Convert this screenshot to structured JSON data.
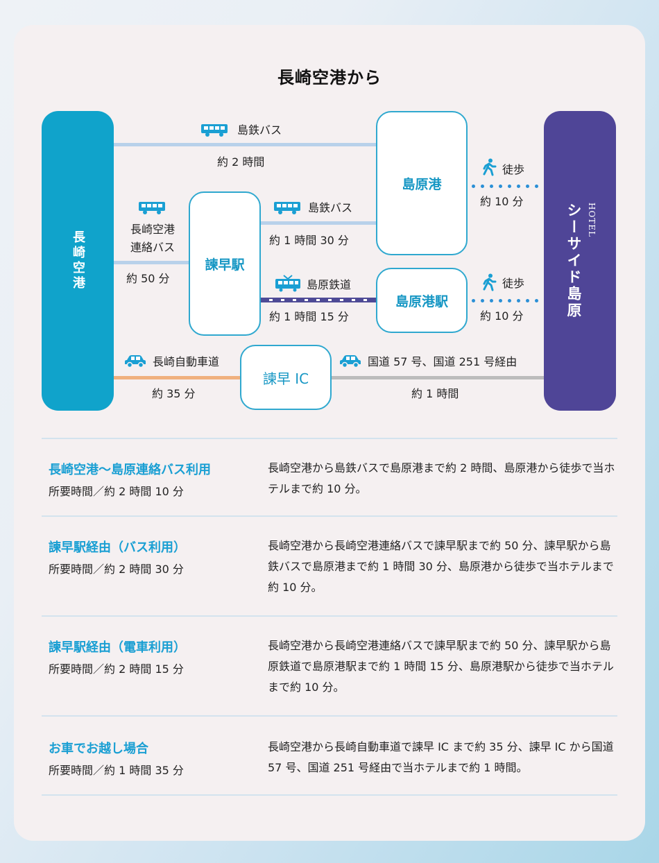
{
  "title": "長崎空港から",
  "nodes": {
    "airport": "長崎空港",
    "isahaya_station": "諫早駅",
    "shimabara_port": "島原港",
    "shimabara_port_station": "島原港駅",
    "isahaya_ic": "諫早 IC",
    "hotel_small": "HOTEL",
    "hotel_name": "シーサイド島原"
  },
  "edges": {
    "airport_to_port_mode": "島鉄バス",
    "airport_to_port_time": "約 2 時間",
    "airport_to_isahaya_mode": "長崎空港\n連絡バス",
    "airport_to_isahaya_time": "約 50 分",
    "isahaya_to_port_mode": "島鉄バス",
    "isahaya_to_port_time": "約 1 時間 30 分",
    "isahaya_to_portstation_mode": "島原鉄道",
    "isahaya_to_portstation_time": "約 1 時間 15 分",
    "port_to_hotel_mode": "徒歩",
    "port_to_hotel_time": "約 10 分",
    "portstation_to_hotel_mode": "徒歩",
    "portstation_to_hotel_time": "約 10 分",
    "airport_to_ic_mode": "長崎自動車道",
    "airport_to_ic_time": "約 35 分",
    "ic_to_hotel_mode": "国道 57 号、国道 251 号経由",
    "ic_to_hotel_time": "約 1 時間"
  },
  "routes": [
    {
      "title": "長崎空港〜島原連絡バス利用",
      "time": "所要時間／約 2 時間 10 分",
      "desc": "長崎空港から島鉄バスで島原港まで約 2 時間、島原港から徒歩で当ホテルまで約 10 分。"
    },
    {
      "title": "諫早駅経由（バス利用）",
      "time": "所要時間／約 2 時間 30 分",
      "desc": "長崎空港から長崎空港連絡バスで諫早駅まで約 50 分、諫早駅から島鉄バスで島原港まで約 1 時間 30 分、島原港から徒歩で当ホテルまで約 10 分。"
    },
    {
      "title": "諫早駅経由（電車利用）",
      "time": "所要時間／約 2 時間 15 分",
      "desc": "長崎空港から長崎空港連絡バスで諫早駅まで約 50 分、諫早駅から島原鉄道で島原港駅まで約 1 時間 15 分、島原港駅から徒歩で当ホテルまで約 10 分。"
    },
    {
      "title": "お車でお越し場合",
      "time": "所要時間／約 1 時間 35 分",
      "desc": "長崎空港から長崎自動車道で諫早 IC まで約 35 分、諫早 IC から国道 57 号、国道 251 号経由で当ホテルまで約 1 時間。"
    }
  ],
  "icons": {
    "bus": "bus-icon",
    "train": "train-icon",
    "walk": "walking-person-icon",
    "car": "car-icon"
  },
  "colors": {
    "airport": "#10a3cb",
    "hotel": "#4f4597",
    "accent": "#1a9fd3",
    "bus_line": "#b8d1ea",
    "car_line_left": "#f0b07e",
    "car_line_right": "#bcbcbc",
    "rail_line": "#4e4a96",
    "walk_dots": "#2a8fd6"
  }
}
